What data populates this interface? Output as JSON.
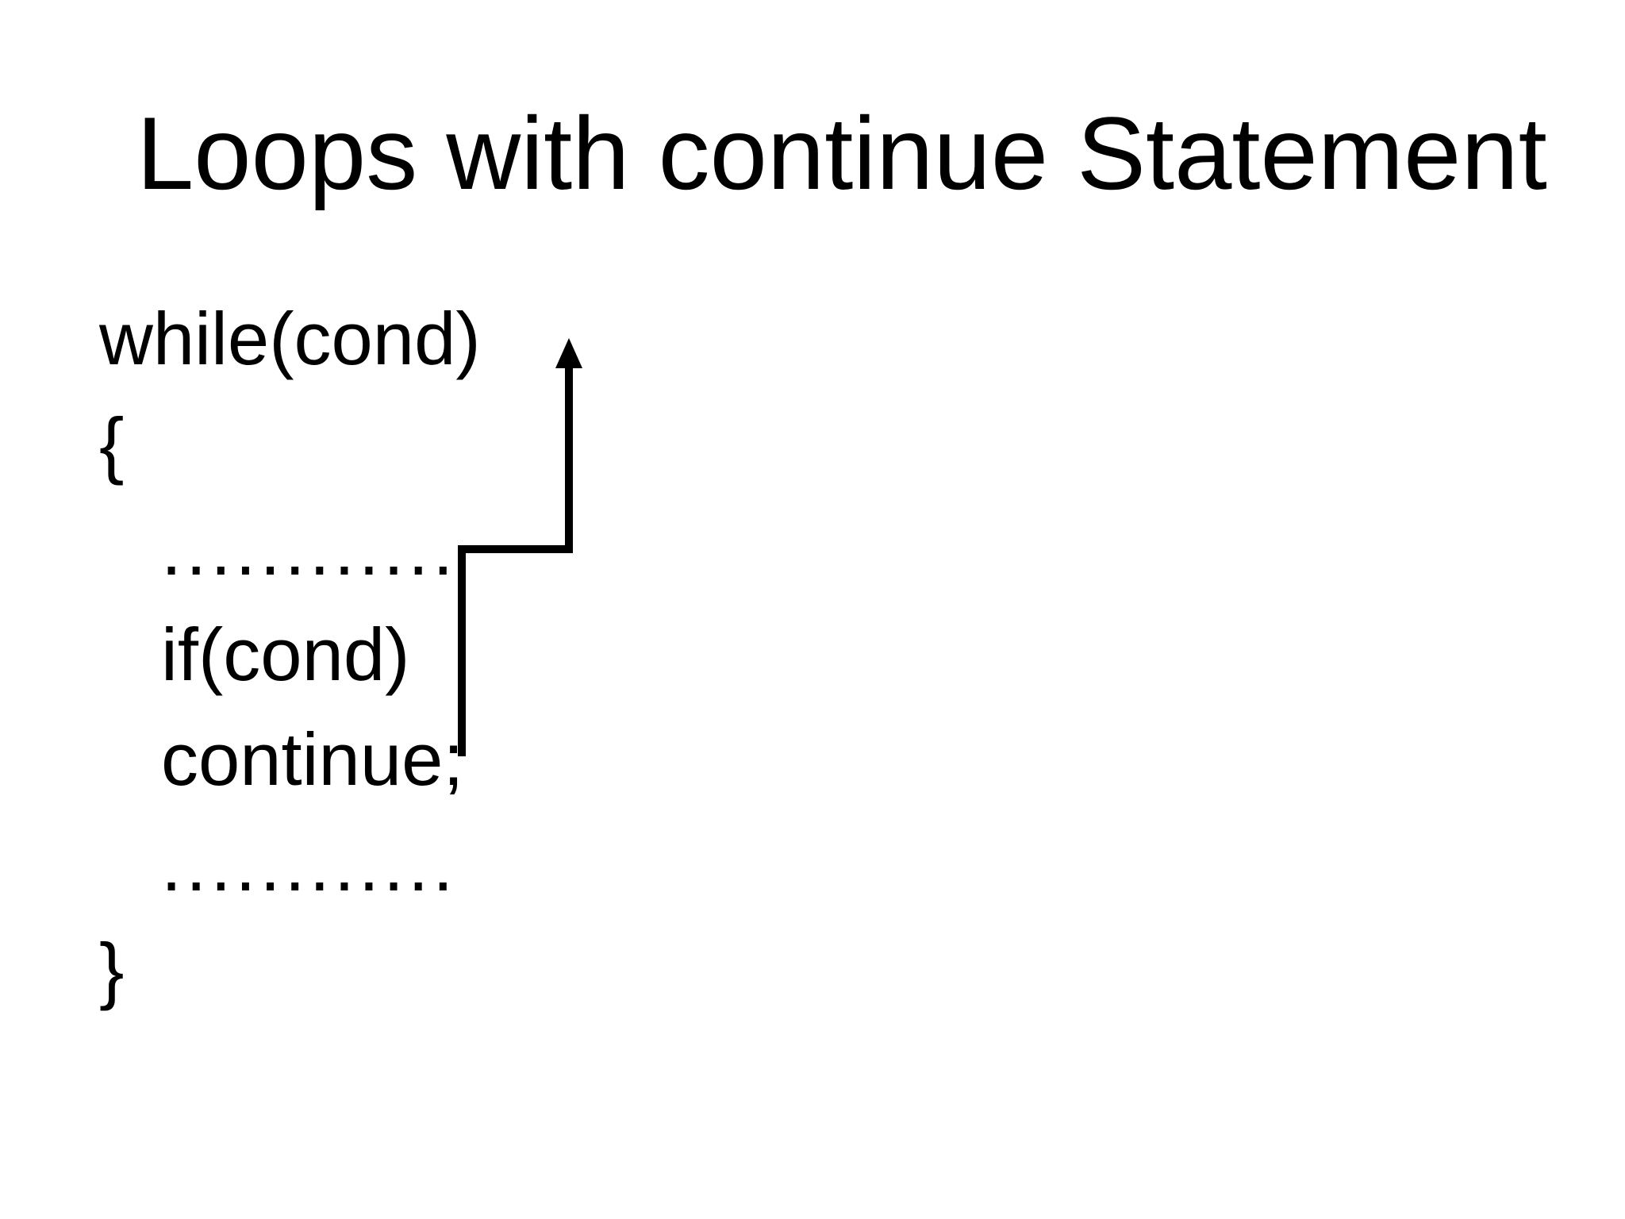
{
  "title": "Loops with continue Statement",
  "code": {
    "while_line": "while(cond)",
    "open_brace": "{",
    "dots_top": "............",
    "if_line": "if(cond)",
    "continue_line": "continue;",
    "dots_bottom": "............",
    "close_brace": "}"
  },
  "arrow": {
    "meaning": "continue jumps back to while(cond) loop condition"
  },
  "colors": {
    "background": "#ffffff",
    "foreground": "#000000"
  }
}
